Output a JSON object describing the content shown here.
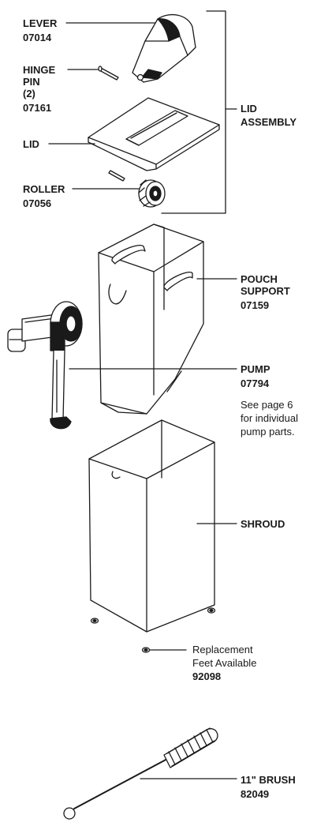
{
  "parts": {
    "lever": {
      "name": "LEVER",
      "number": "07014"
    },
    "hinge_pin": {
      "name_line1": "HINGE",
      "name_line2": "PIN",
      "qty": "(2)",
      "number": "07161"
    },
    "lid": {
      "name": "LID"
    },
    "roller": {
      "name": "ROLLER",
      "number": "07056"
    },
    "lid_assembly": {
      "name_line1": "LID",
      "name_line2": "ASSEMBLY"
    },
    "pouch_support": {
      "name_line1": "POUCH",
      "name_line2": "SUPPORT",
      "number": "07159"
    },
    "pump": {
      "name": "PUMP",
      "number": "07794",
      "note_line1": "See page 6",
      "note_line2": "for individual",
      "note_line3": "pump parts."
    },
    "shroud": {
      "name": "SHROUD"
    },
    "feet": {
      "line1": "Replacement",
      "line2": "Feet Available",
      "number": "92098"
    },
    "brush": {
      "name": "11\" BRUSH",
      "number": "82049"
    }
  }
}
